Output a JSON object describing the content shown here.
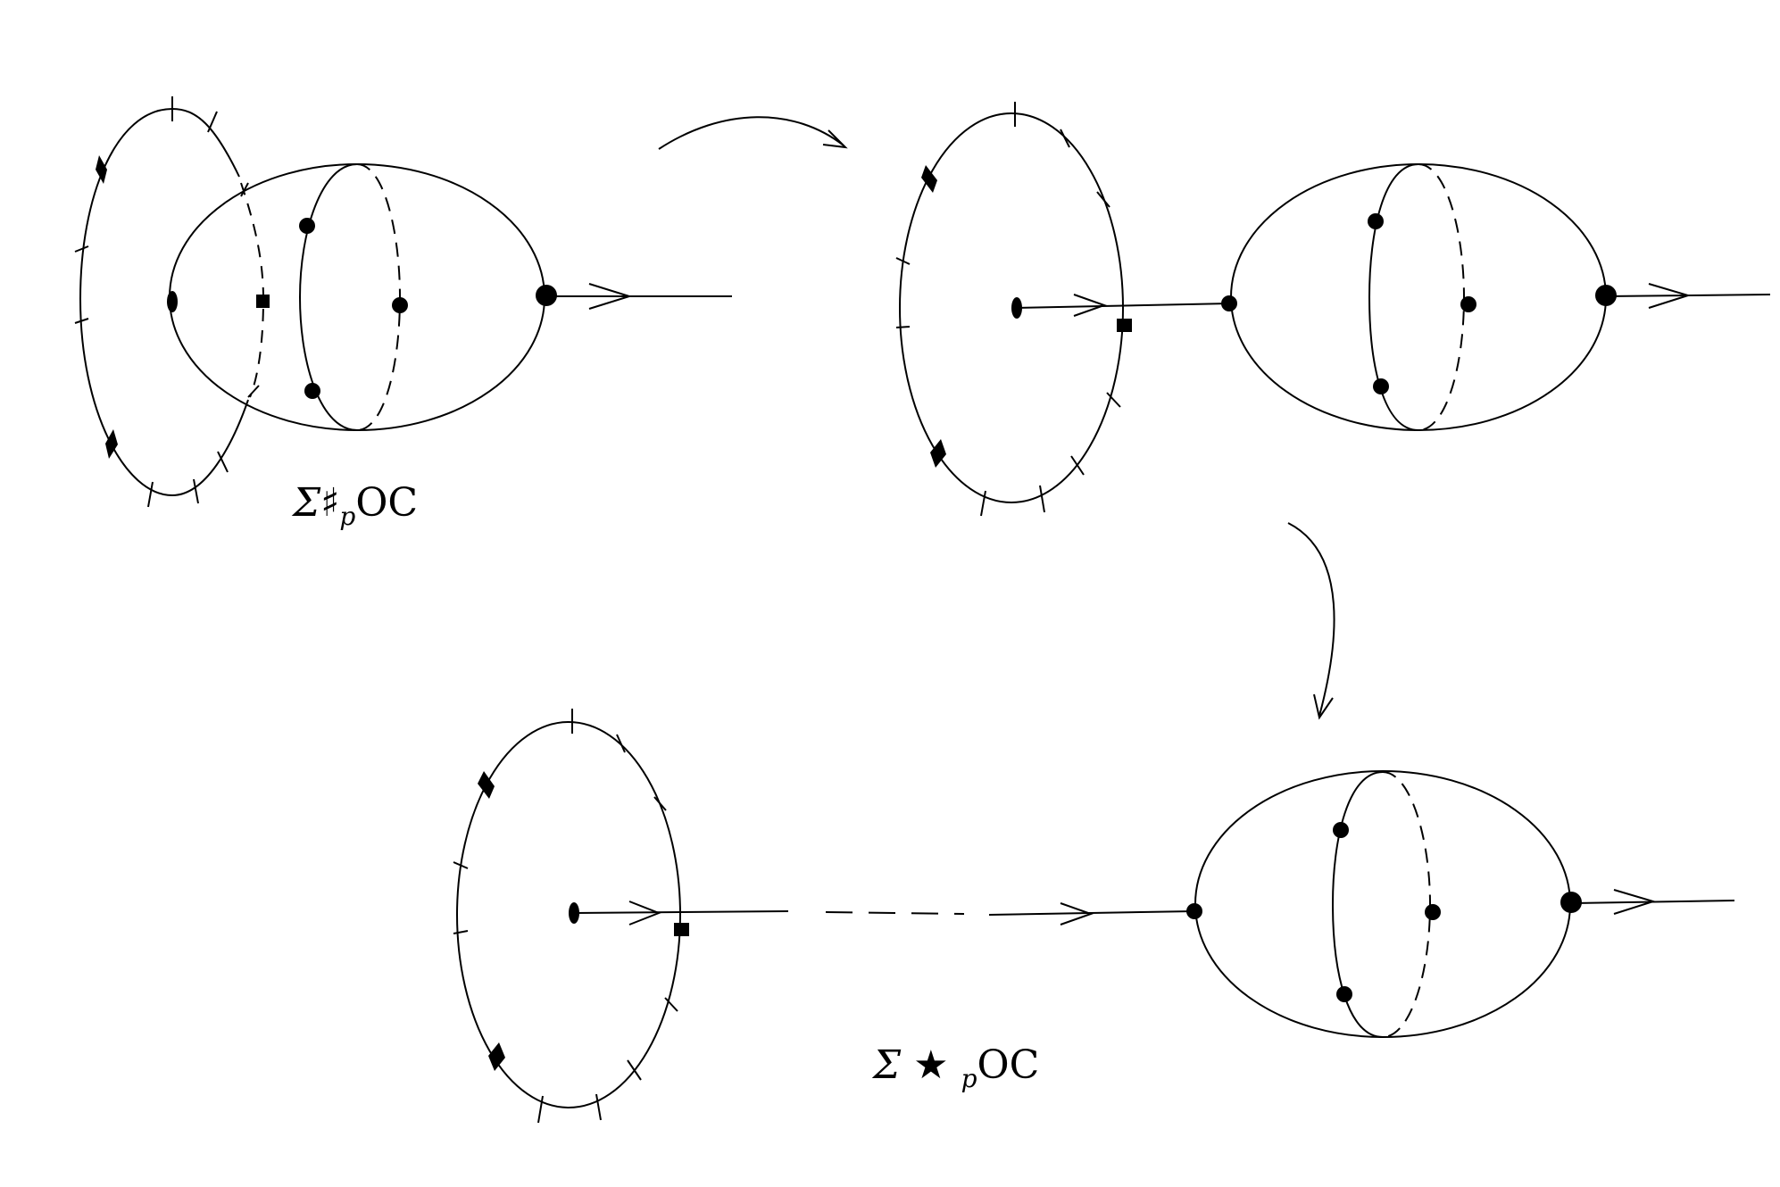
{
  "labels": {
    "top_left": {
      "sigma": "Σ",
      "op": "♯",
      "sub": "p",
      "suffix": "OC"
    },
    "bottom": {
      "sigma": "Σ",
      "op": "★",
      "sub": "p",
      "suffix": "OC"
    }
  },
  "colors": {
    "ink": "#000000",
    "background": "#ffffff"
  }
}
